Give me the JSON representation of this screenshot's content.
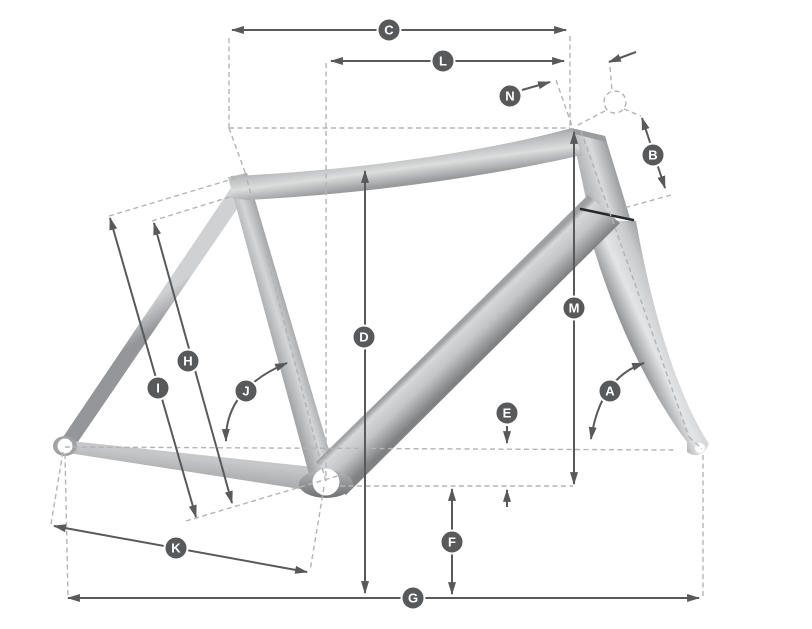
{
  "labels": {
    "a": "A",
    "b": "B",
    "c": "C",
    "d": "D",
    "e": "E",
    "f": "F",
    "g": "G",
    "h": "H",
    "i": "I",
    "j": "J",
    "k": "K",
    "l": "L",
    "m": "M",
    "n": "N"
  },
  "colors": {
    "badge_bg": "#58595b",
    "badge_text": "#ffffff",
    "dimension_line": "#58595b",
    "construction_line": "#b2b4b6",
    "frame_highlight": "#dcdddd",
    "frame_shadow": "#85878a",
    "background": "#ffffff"
  }
}
